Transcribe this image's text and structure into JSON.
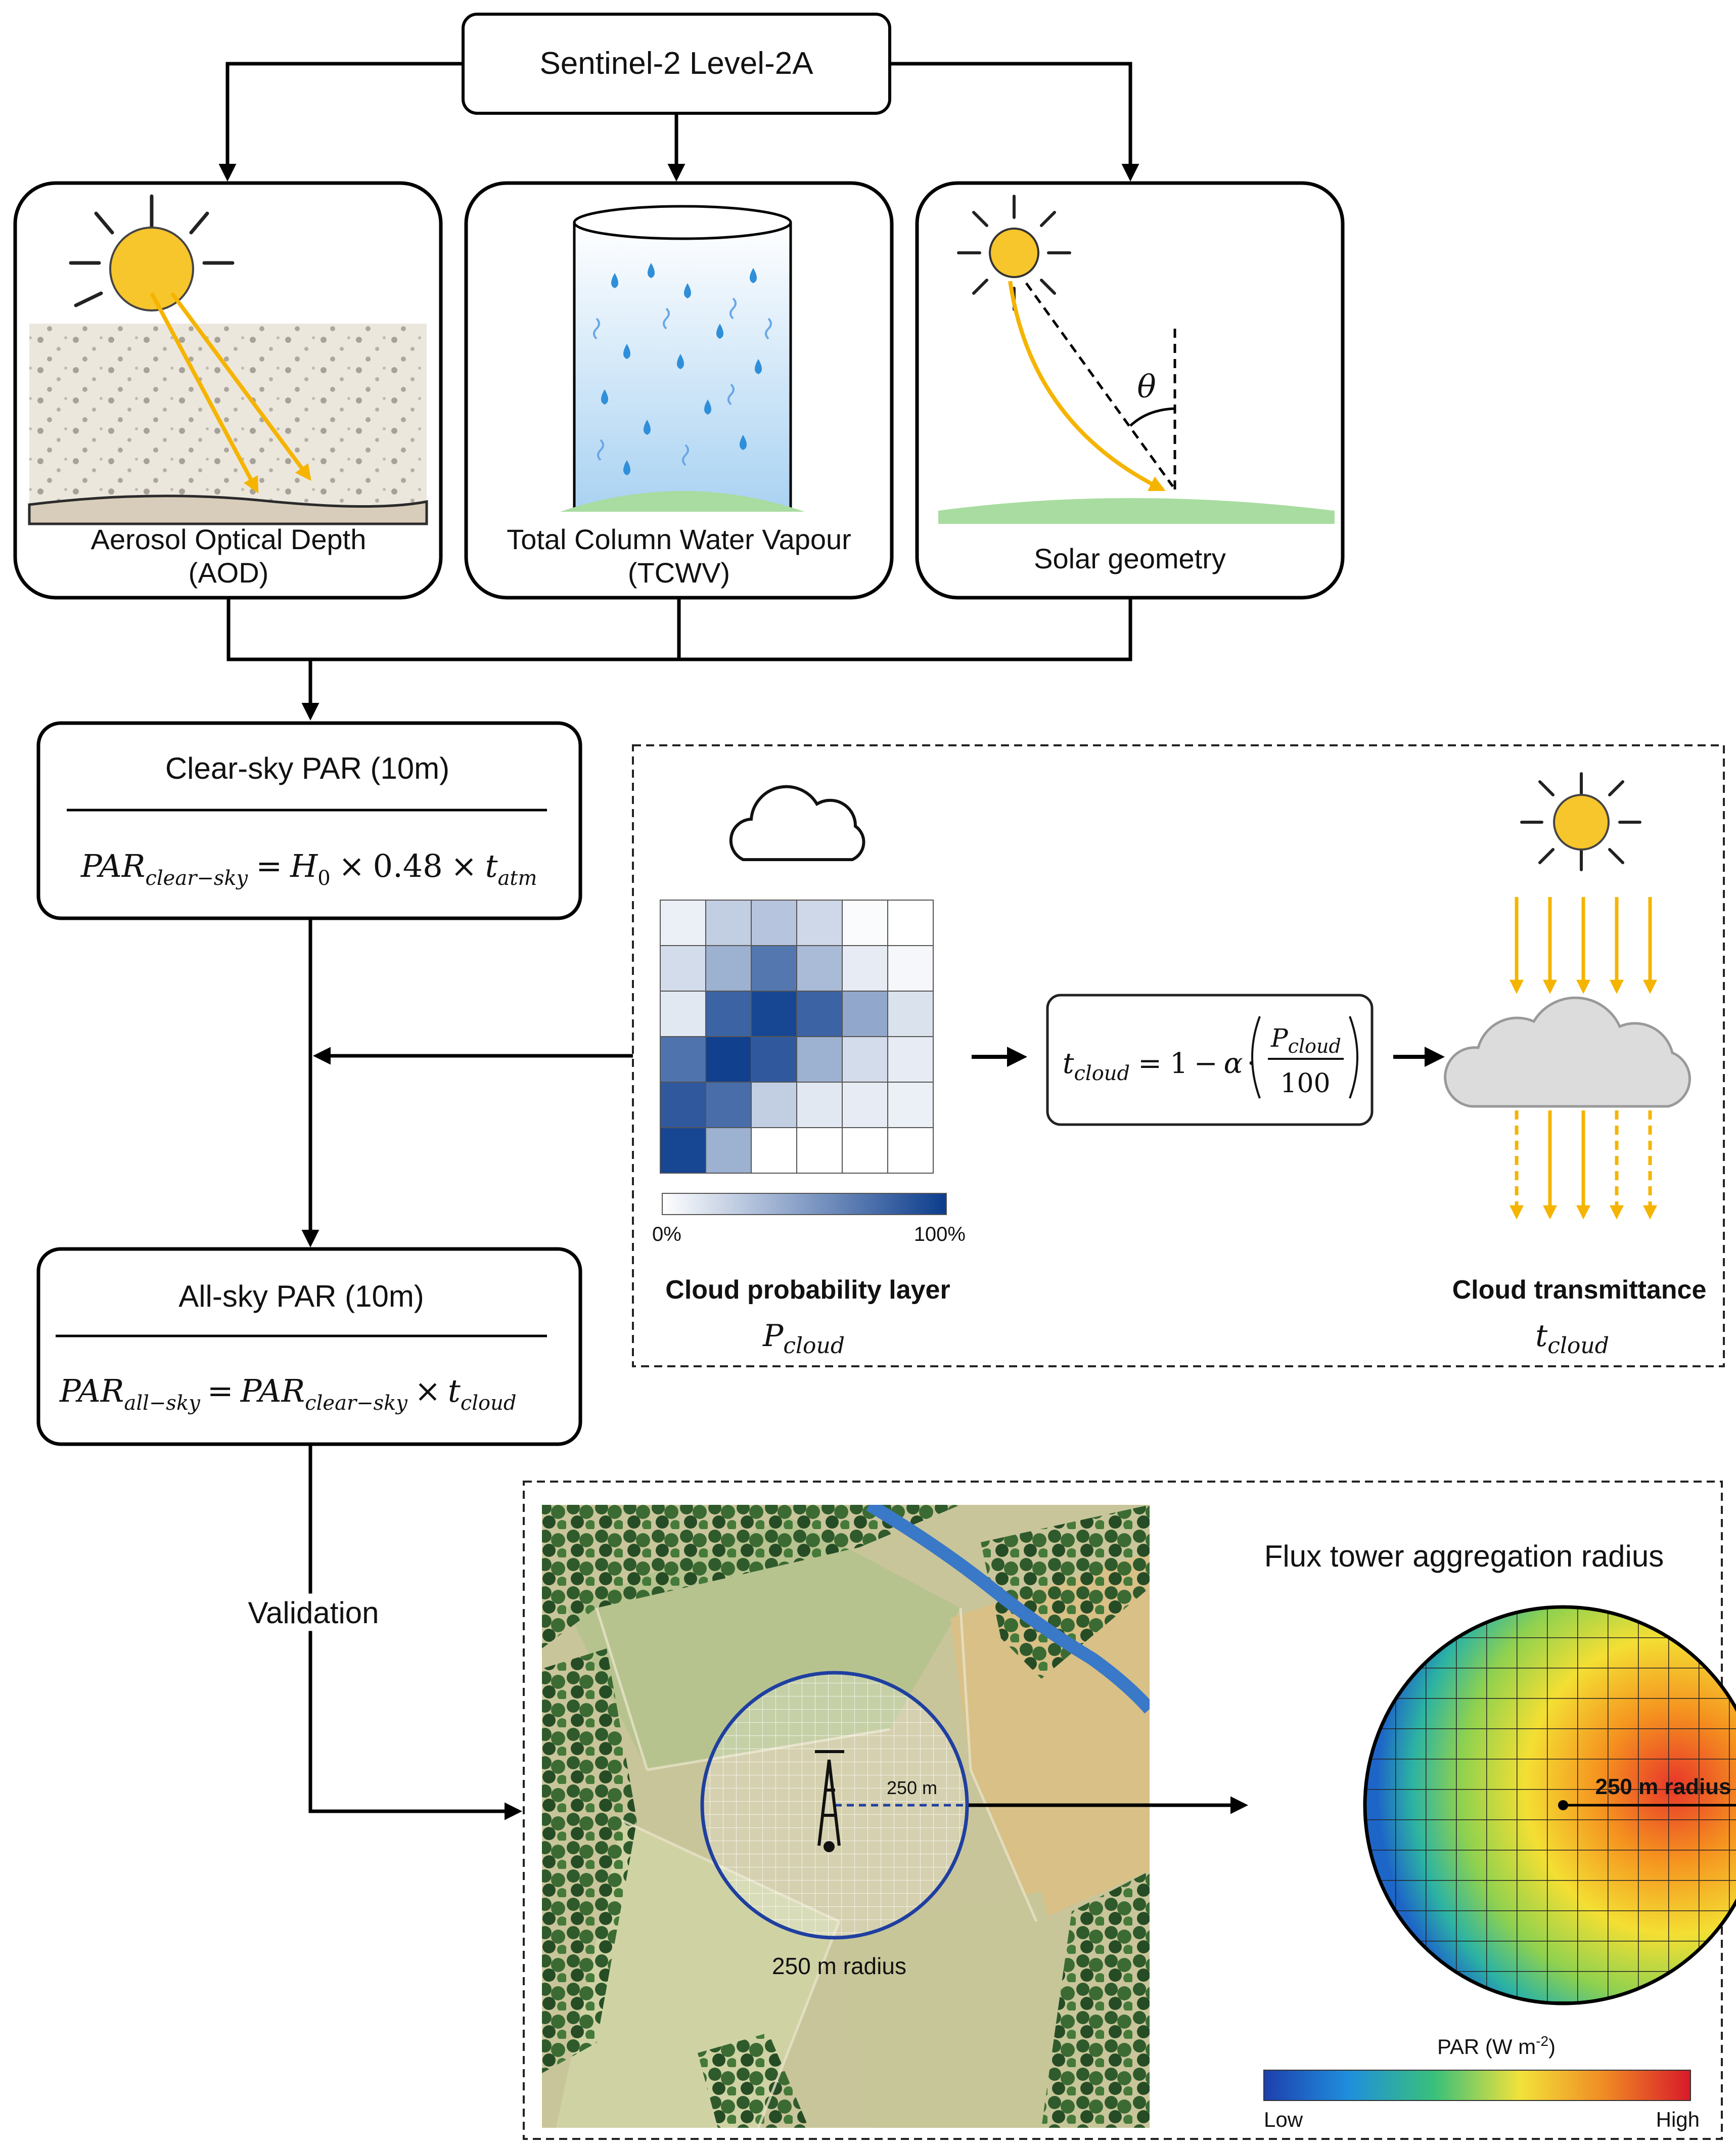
{
  "top": {
    "source": "Sentinel-2 Level-2A"
  },
  "inputs": {
    "aod": {
      "line1": "Aerosol Optical Depth",
      "line2": "(AOD)"
    },
    "tcwv": {
      "line1": "Total Column Water Vapour",
      "line2": "(TCWV)"
    },
    "solar": {
      "label": "Solar geometry",
      "angle_symbol": "θ"
    }
  },
  "clear_sky": {
    "title": "Clear-sky PAR (10m)",
    "formula": {
      "lhs": "PAR",
      "lhs_sub": "clear−sky",
      "eq": "=",
      "h": "H",
      "h_sub": "0",
      "times": "×",
      "const": "0.48",
      "times2": "×",
      "t": "t",
      "t_sub": "atm"
    }
  },
  "all_sky": {
    "title": "All-sky PAR (10m)",
    "formula": {
      "lhs": "PAR",
      "lhs_sub": "all−sky",
      "eq": "=",
      "par": "PAR",
      "par_sub": "clear−sky",
      "times": "×",
      "t": "t",
      "t_sub": "cloud"
    }
  },
  "cloud_panel": {
    "grid_values": [
      [
        0.08,
        0.25,
        0.3,
        0.2,
        0.02,
        0.0
      ],
      [
        0.18,
        0.4,
        0.7,
        0.35,
        0.1,
        0.04
      ],
      [
        0.12,
        0.8,
        0.95,
        0.8,
        0.45,
        0.15
      ],
      [
        0.72,
        0.98,
        0.85,
        0.4,
        0.18,
        0.1
      ],
      [
        0.85,
        0.75,
        0.25,
        0.12,
        0.1,
        0.08
      ],
      [
        0.95,
        0.4,
        0.0,
        0.0,
        0.0,
        0.0
      ]
    ],
    "scale_min": "0%",
    "scale_max": "100%",
    "prob_label": "Cloud probability layer",
    "prob_symbol": "P",
    "prob_sub": "cloud",
    "formula": {
      "t": "t",
      "t_sub": "cloud",
      "eq": "=",
      "one": "1",
      "minus": "−",
      "alpha": "α",
      "dot": "·",
      "num": "P",
      "num_sub": "cloud",
      "den": "100"
    },
    "trans_label": "Cloud transmittance",
    "trans_symbol": "t",
    "trans_sub": "cloud"
  },
  "validation": {
    "label": "Validation",
    "map_distance": "250 m",
    "map_radius": "250 m radius",
    "agg_title": "Flux tower aggregation radius",
    "agg_radius": "250 m radius",
    "colorbar_title": "PAR (W m",
    "colorbar_title_sup": "-2",
    "colorbar_title_end": ")",
    "low": "Low",
    "high": "High"
  },
  "colors": {
    "sun": "#f7c52c",
    "ground_green": "#a8dca0",
    "water_blue": "#2f8fd8",
    "ray": "#f5b400",
    "circle_blue": "#1f3fa0"
  }
}
